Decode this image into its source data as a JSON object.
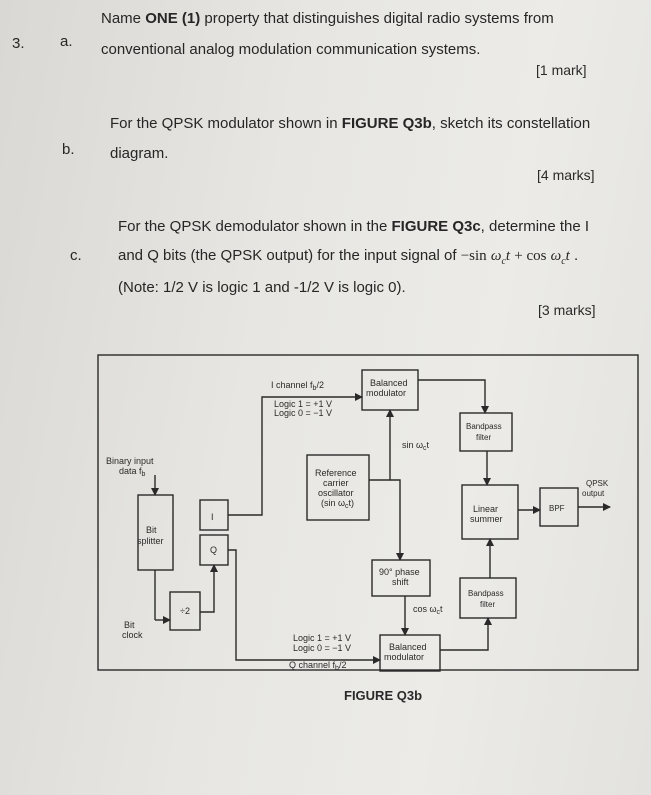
{
  "question_number": "3.",
  "parts": [
    {
      "label": "a.",
      "line1_pre": "Name ",
      "line1_bold": "ONE (1)",
      "line1_post": " property that distinguishes digital radio systems from",
      "line2": "conventional analog modulation communication systems.",
      "marks": "[1 mark]"
    },
    {
      "label": "b.",
      "line1_pre": "For the QPSK modulator shown in ",
      "line1_bold": "FIGURE Q3b",
      "line1_post": ", sketch its constellation",
      "line2": "diagram.",
      "marks": "[4 marks]"
    },
    {
      "label": "c.",
      "line1_pre": "For the QPSK demodulator shown in the ",
      "line1_bold": "FIGURE Q3c",
      "line1_post": ", determine the I",
      "line2_pre": "and Q bits (the QPSK output) for the input signal of ",
      "line2_math": "−sin ω_c t + cos ω_c t",
      "line2_post": " .",
      "line3": "(Note: 1/2 V is logic 1 and -1/2 V is logic 0).",
      "marks": "[3 marks]"
    }
  ],
  "diagram": {
    "binary_input": "Binary input",
    "binary_data": "data f",
    "sub_b": "b",
    "bit_splitter_1": "Bit",
    "bit_splitter_2": "splitter",
    "i_label": "I",
    "q_label": "Q",
    "divide2": "÷2",
    "bit_clock_1": "Bit",
    "bit_clock_2": "clock",
    "i_channel": "I channel f",
    "i_channel_sub": "b",
    "i_channel_tail": "/2",
    "i_logic1": "Logic 1 = +1 V",
    "i_logic0": "Logic 0 = −1 V",
    "bal_mod_top_1": "Balanced",
    "bal_mod_top_2": "modulator",
    "ref_1": "Reference",
    "ref_2": "carrier",
    "ref_3": "oscillator",
    "ref_4": "(sin ω",
    "ref_4_sub": "c",
    "ref_4_tail": "t)",
    "sin_wct": "sin ω",
    "sin_sub": "c",
    "sin_tail": "t",
    "phase_1": "90° phase",
    "phase_2": "shift",
    "cos_wct": "cos ω",
    "cos_sub": "c",
    "cos_tail": "t",
    "q_logic1": "Logic 1 = +1 V",
    "q_logic0": "Logic 0 = −1 V",
    "q_channel": "Q channel f",
    "q_channel_sub": "b",
    "q_channel_tail": "/2",
    "bal_mod_bot_1": "Balanced",
    "bal_mod_bot_2": "modulator",
    "bpf_top_1": "Bandpass",
    "bpf_top_2": "filter",
    "bpf_bot_1": "Bandpass",
    "bpf_bot_2": "filter",
    "summer_1": "Linear",
    "summer_2": "summer",
    "bpf": "BPF",
    "qpsk_1": "QPSK",
    "qpsk_2": "output",
    "caption": "FIGURE Q3b"
  }
}
